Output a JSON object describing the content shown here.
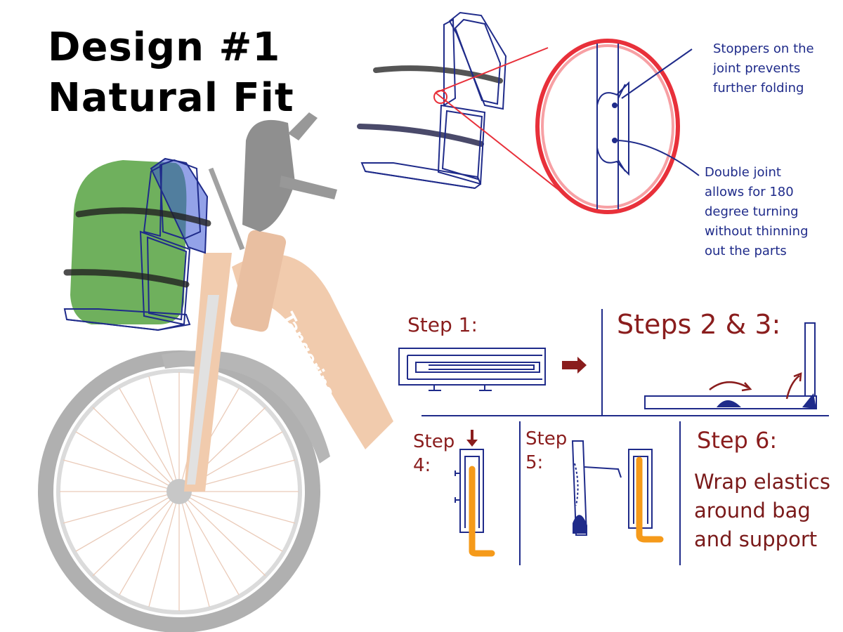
{
  "title": {
    "line1": "Design #1",
    "line2": "Natural Fit"
  },
  "brand": "Tangerine",
  "callouts": {
    "stoppers": "Stoppers on the\njoint prevents\nfurther folding",
    "double_joint": "Double joint\nallows for 180\ndegree turning\nwithout thinning\nout the parts"
  },
  "steps": {
    "step1": "Step 1:",
    "steps23": "Steps 2 & 3:",
    "step4": "Step\n4:",
    "step5": "Step\n5:",
    "step6": "Step 6:",
    "step6_text": "Wrap elastics\naround bag\nand support"
  },
  "colors": {
    "ink_blue": "#1f2b8a",
    "bag_green": "#5fa74b",
    "highlight_red": "#e8303a",
    "hand_red": "#8a1d1d",
    "bike_orange": "#e6a06b",
    "orange": "#f59a1a"
  }
}
